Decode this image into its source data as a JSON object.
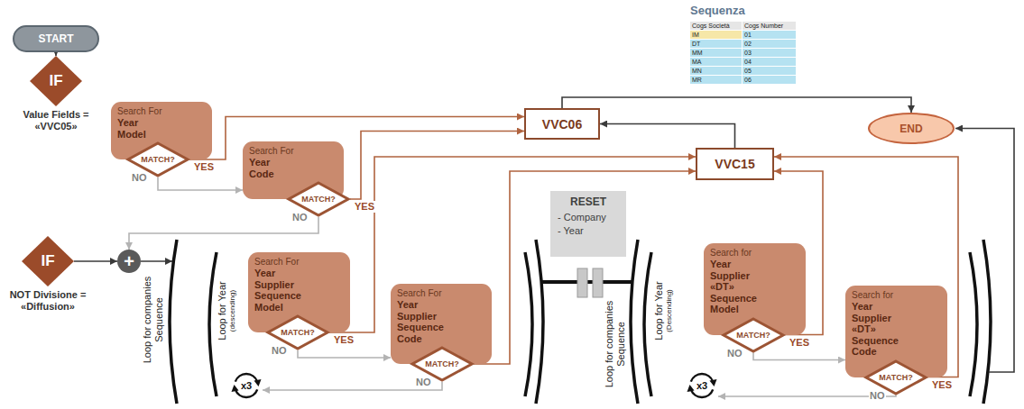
{
  "diagram": {
    "nodes": [
      {
        "text": [
          "START"
        ]
      },
      {
        "text": [
          "IF",
          "Value Fields = «VVC05»"
        ]
      },
      {
        "text": [
          "Search For",
          "Year Model"
        ]
      },
      {
        "text": [
          "MATCH?"
        ]
      },
      {
        "text": [
          "Search For",
          "Year Code"
        ]
      },
      {
        "text": [
          "MATCH?"
        ]
      },
      {
        "text": [
          "VVC06"
        ]
      },
      {
        "text": [
          "VVC15"
        ]
      },
      {
        "text": [
          "END"
        ]
      },
      {
        "text": [
          "RESET",
          "- Company",
          "- Year"
        ]
      },
      {
        "text": [
          "IF",
          "NOT Divisione = «Diffusion»"
        ]
      },
      {
        "text": [
          "+"
        ]
      },
      {
        "text": [
          "Search For",
          "Year Supplier Sequence Model"
        ]
      },
      {
        "text": [
          "MATCH?"
        ]
      },
      {
        "text": [
          "Search For",
          "Year Supplier Sequence Code"
        ]
      },
      {
        "text": [
          "MATCH?"
        ]
      },
      {
        "text": [
          "x3"
        ]
      },
      {
        "text": [
          "Search for",
          "Year Supplier «DT» Sequence Model"
        ]
      },
      {
        "text": [
          "MATCH?"
        ]
      },
      {
        "text": [
          "Search for",
          "Year Supplier «DT» Sequence Code"
        ]
      },
      {
        "text": [
          "MATCH?"
        ]
      },
      {
        "text": [
          "x3"
        ]
      }
    ],
    "edges": [
      {
        "from": 0,
        "to": 1,
        "arrow": "to"
      },
      {
        "from": 3,
        "to": 6,
        "label": "YES",
        "arrow": "to"
      },
      {
        "from": 3,
        "to": 4,
        "label": "NO",
        "arrow": "to"
      },
      {
        "from": 5,
        "to": 6,
        "label": "YES",
        "arrow": "to"
      },
      {
        "from": 5,
        "to": 11,
        "label": "NO",
        "arrow": "to"
      },
      {
        "from": 10,
        "to": 11,
        "arrow": "to"
      },
      {
        "from": 13,
        "to": 7,
        "label": "YES",
        "arrow": "to"
      },
      {
        "from": 13,
        "to": 14,
        "label": "NO",
        "arrow": "to"
      },
      {
        "from": 15,
        "to": 7,
        "arrow": "to"
      },
      {
        "from": 15,
        "to": 16,
        "label": "NO",
        "arrow": "to"
      },
      {
        "from": 7,
        "to": 6,
        "arrow": "to"
      },
      {
        "from": 6,
        "to": 8,
        "arrow": "to"
      },
      {
        "from": 18,
        "to": 7,
        "label": "YES",
        "arrow": "to"
      },
      {
        "from": 18,
        "to": 19,
        "label": "NO",
        "arrow": "to"
      },
      {
        "from": 20,
        "to": 7,
        "label": "YES",
        "arrow": "to"
      },
      {
        "from": 20,
        "to": 21,
        "label": "NO",
        "arrow": "to"
      }
    ],
    "labels": [
      "Sequenza",
      "Cogs Società",
      "Cogs Number",
      "IM",
      "01",
      "DT",
      "02",
      "MM",
      "03",
      "MA",
      "04",
      "MN",
      "05",
      "MR",
      "06",
      "Loop for companies Sequence",
      "Loop for Year",
      "(descending)",
      "Loop for companies Sequence",
      "Loop for Year",
      "(Descending)"
    ]
  }
}
